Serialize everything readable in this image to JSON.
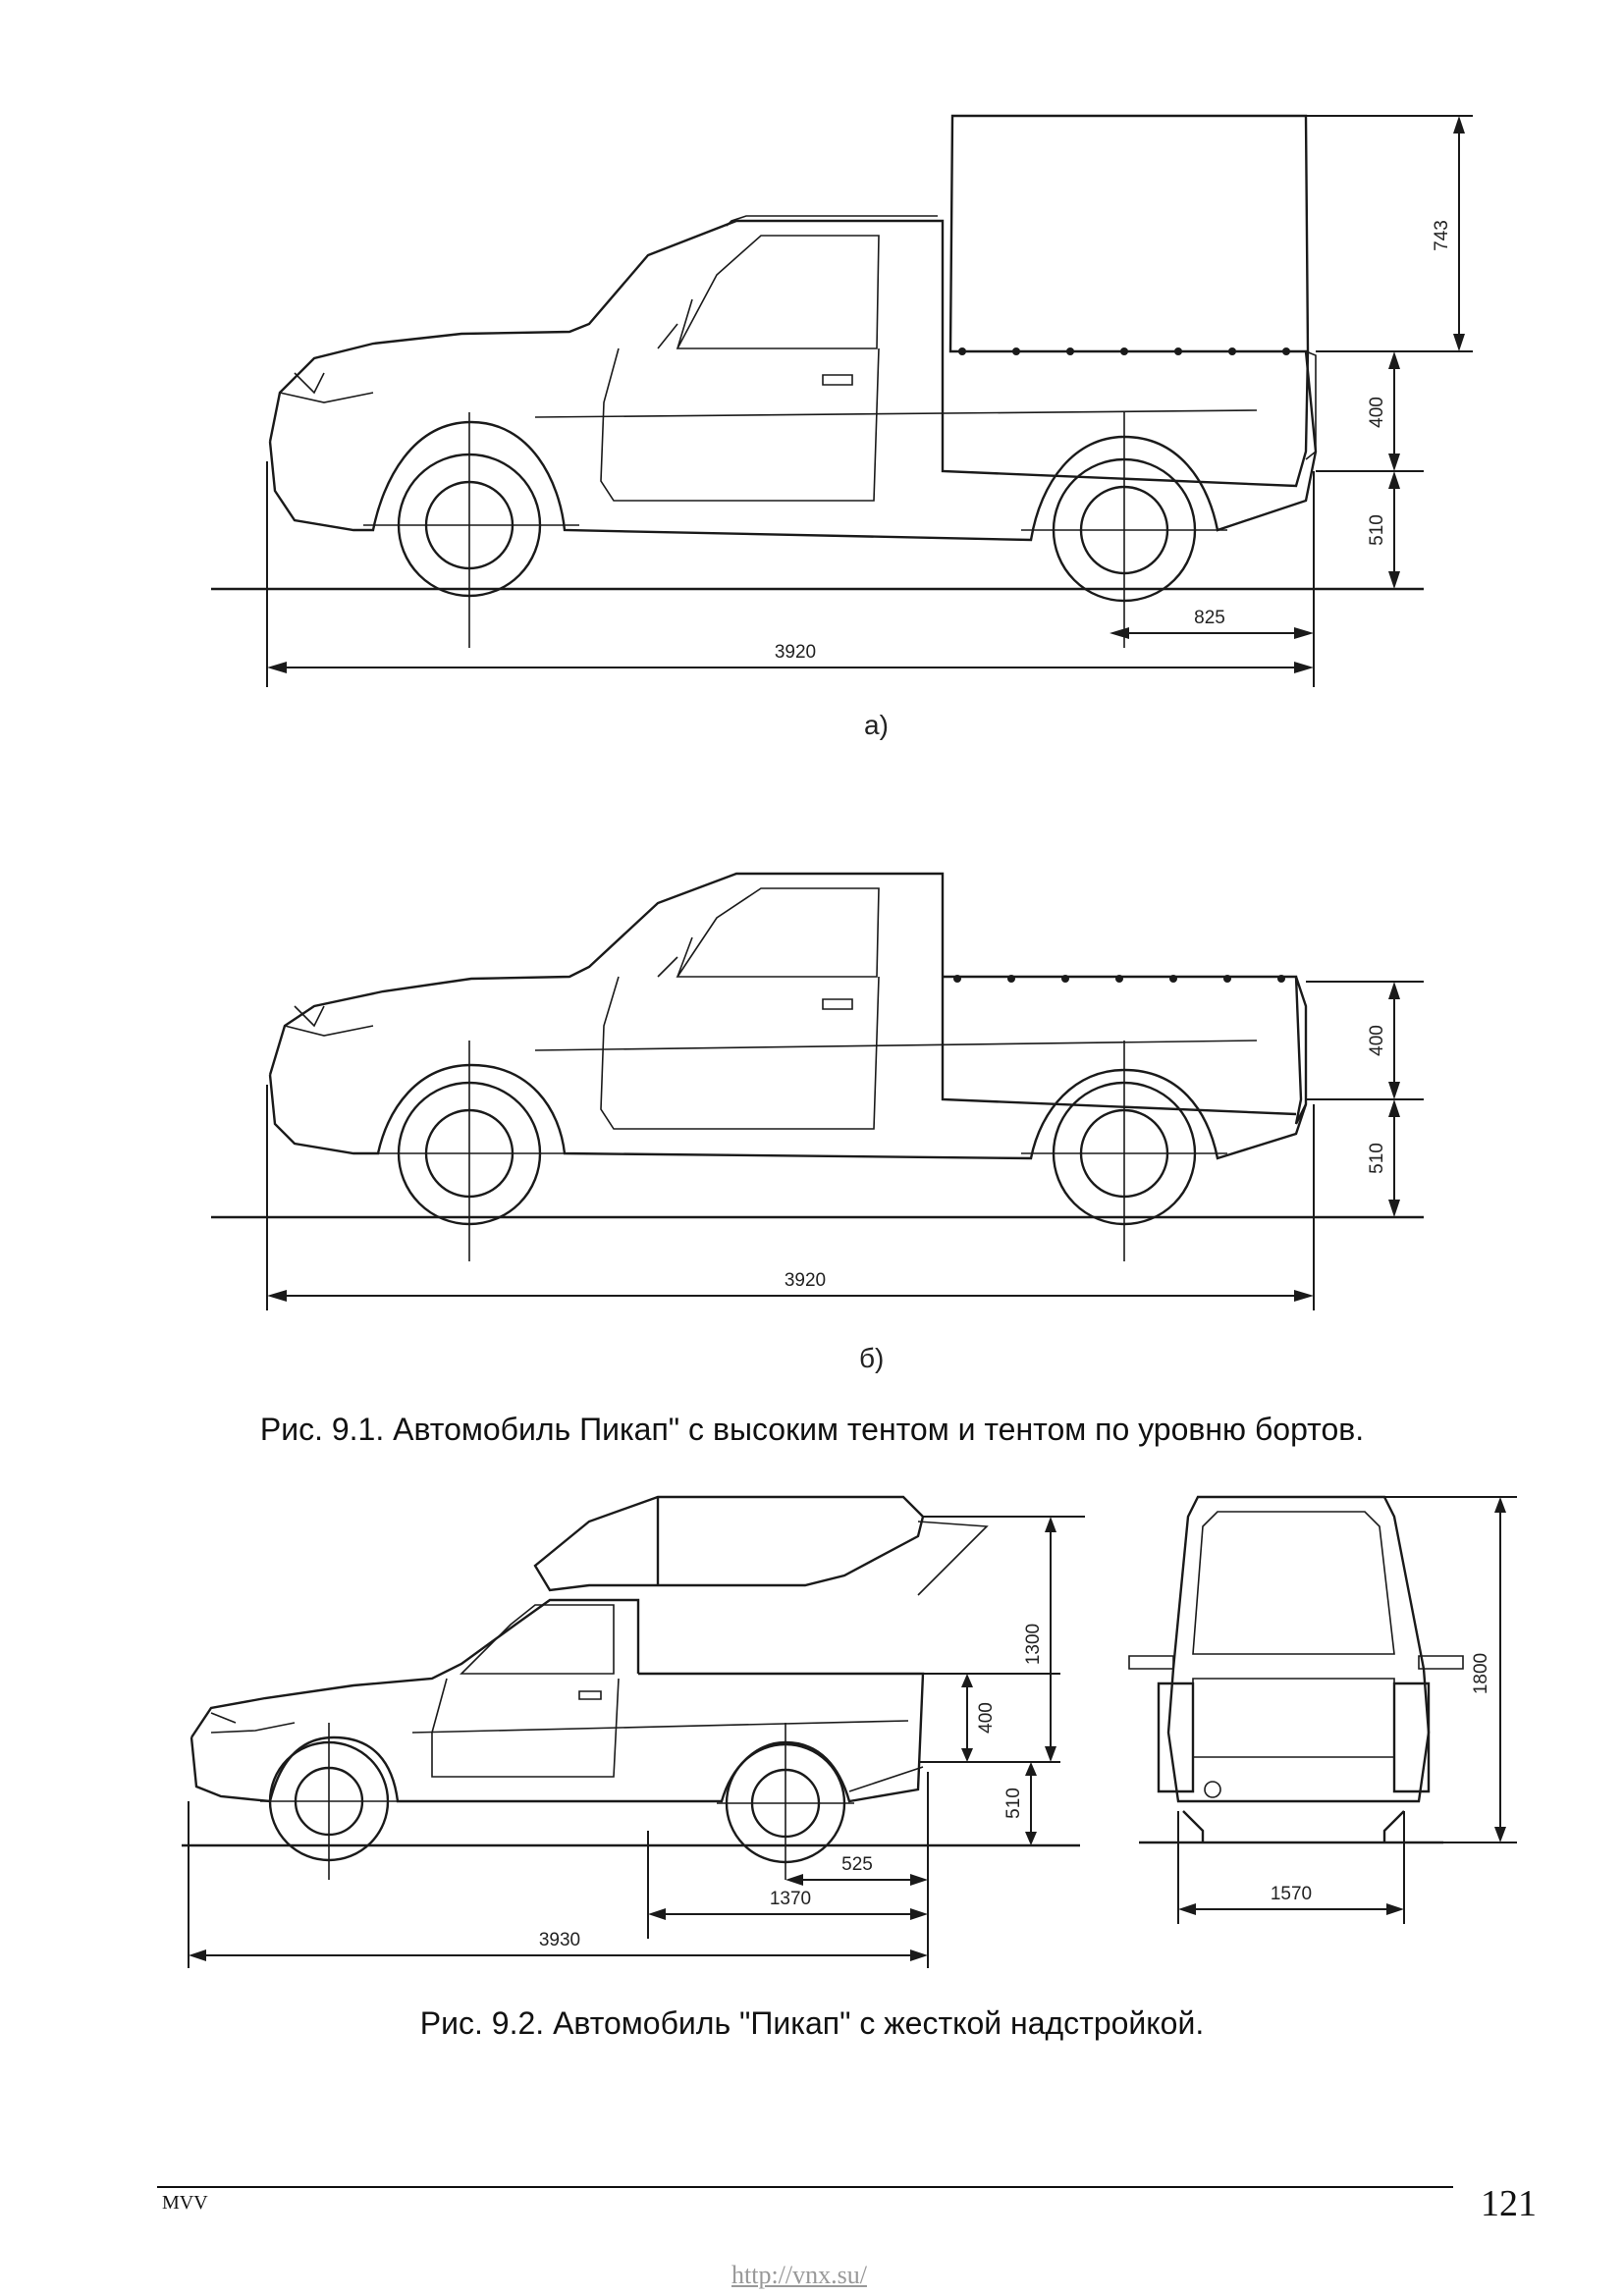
{
  "figure_1": {
    "view_a": {
      "label": "а)",
      "dimensions": {
        "overall_length": "3920",
        "rear_overhang": "825",
        "tent_height": "743",
        "side_height": "400",
        "floor_height": "510"
      }
    },
    "view_b": {
      "label": "б)",
      "dimensions": {
        "overall_length": "3920",
        "side_height": "400",
        "floor_height": "510"
      }
    },
    "caption": "Рис. 9.1. Автомобиль Пикап\" с высоким тентом и тентом по уровню бортов."
  },
  "figure_2": {
    "side_dimensions": {
      "overall_length": "3930",
      "body_length": "1370",
      "rear_overhang": "525",
      "top_height": "1300",
      "side_height": "400",
      "floor_height": "510"
    },
    "rear_dimensions": {
      "width": "1570",
      "height": "1800"
    },
    "caption": "Рис. 9.2. Автомобиль \"Пикап\" с жесткой надстройкой."
  },
  "footer": {
    "author": "MVV",
    "page_number": "121",
    "url": "http://vnx.su/"
  }
}
